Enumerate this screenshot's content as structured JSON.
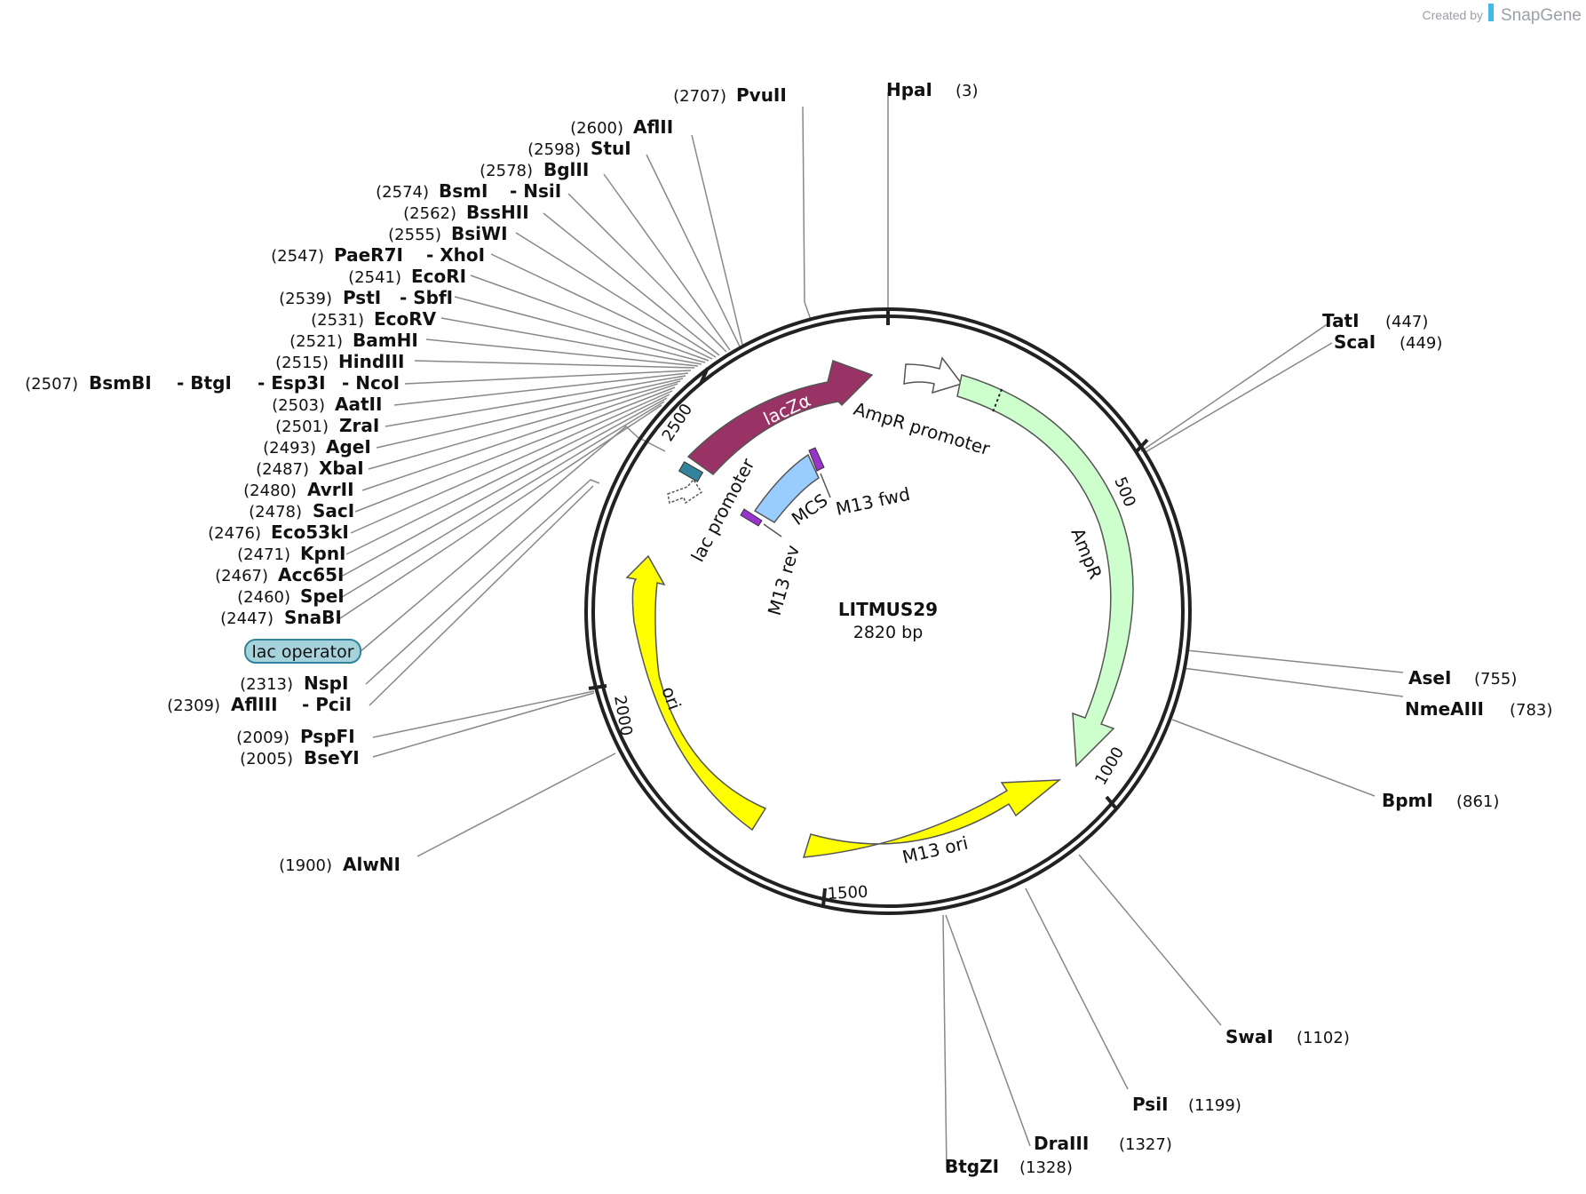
{
  "credit": {
    "created_by": "Created by",
    "brand": "SnapGene"
  },
  "plasmid": {
    "name": "LITMUS29",
    "size": "2820 bp",
    "length": 2820
  },
  "ticks": [
    "500",
    "1000",
    "1500",
    "2000",
    "2500"
  ],
  "features": {
    "lacz": "lacZα",
    "ampr_promoter": "AmpR promoter",
    "ampr": "AmpR",
    "mcs": "MCS",
    "m13fwd": "M13 fwd",
    "m13rev": "M13 rev",
    "lac_promoter": "lac promoter",
    "ori": "ori",
    "m13ori": "M13 ori",
    "lac_operator": "lac operator"
  },
  "colors": {
    "lacz": "#993366",
    "ampr": "#ccffcc",
    "ori": "#ffff00",
    "mcs": "#99ccff",
    "primer": "#9933cc",
    "lac_operator": "#a6d3db",
    "lac_promoter_marker": "#31849b"
  },
  "left_sites": [
    {
      "pos": "(2707)",
      "name": "PvuII"
    },
    {
      "pos": "(2600)",
      "name": "AflII"
    },
    {
      "pos": "(2598)",
      "name": "StuI"
    },
    {
      "pos": "(2578)",
      "name": "BglII"
    },
    {
      "pos": "(2574)",
      "name": "BsmI",
      "name2": "- NsiI"
    },
    {
      "pos": "(2562)",
      "name": "BssHII"
    },
    {
      "pos": "(2555)",
      "name": "BsiWI"
    },
    {
      "pos": "(2547)",
      "name": "PaeR7I",
      "name2": "- XhoI"
    },
    {
      "pos": "(2541)",
      "name": "EcoRI"
    },
    {
      "pos": "(2539)",
      "name": "PstI",
      "name2": "- SbfI"
    },
    {
      "pos": "(2531)",
      "name": "EcoRV"
    },
    {
      "pos": "(2521)",
      "name": "BamHI"
    },
    {
      "pos": "(2515)",
      "name": "HindIII"
    },
    {
      "pos": "(2507)",
      "name": "BsmBI",
      "name2": "- BtgI",
      "name3": "- Esp3I",
      "name4": "- NcoI"
    },
    {
      "pos": "(2503)",
      "name": "AatII"
    },
    {
      "pos": "(2501)",
      "name": "ZraI"
    },
    {
      "pos": "(2493)",
      "name": "AgeI"
    },
    {
      "pos": "(2487)",
      "name": "XbaI"
    },
    {
      "pos": "(2480)",
      "name": "AvrII"
    },
    {
      "pos": "(2478)",
      "name": "SacI"
    },
    {
      "pos": "(2476)",
      "name": "Eco53kI"
    },
    {
      "pos": "(2471)",
      "name": "KpnI"
    },
    {
      "pos": "(2467)",
      "name": "Acc65I"
    },
    {
      "pos": "(2460)",
      "name": "SpeI"
    },
    {
      "pos": "(2447)",
      "name": "SnaBI"
    },
    {
      "pos": "(2313)",
      "name": "NspI"
    },
    {
      "pos": "(2309)",
      "name": "AflIII",
      "name2": "- PciI"
    },
    {
      "pos": "(2009)",
      "name": "PspFI"
    },
    {
      "pos": "(2005)",
      "name": "BseYI"
    },
    {
      "pos": "(1900)",
      "name": "AlwNI"
    }
  ],
  "right_sites": [
    {
      "pos": "(3)",
      "name": "HpaI"
    },
    {
      "pos": "(447)",
      "name": "TatI"
    },
    {
      "pos": "(449)",
      "name": "ScaI"
    },
    {
      "pos": "(755)",
      "name": "AseI"
    },
    {
      "pos": "(783)",
      "name": "NmeAIII"
    },
    {
      "pos": "(861)",
      "name": "BpmI"
    },
    {
      "pos": "(1102)",
      "name": "SwaI"
    },
    {
      "pos": "(1199)",
      "name": "PsiI"
    },
    {
      "pos": "(1327)",
      "name": "DraIII"
    },
    {
      "pos": "(1328)",
      "name": "BtgZI"
    }
  ]
}
